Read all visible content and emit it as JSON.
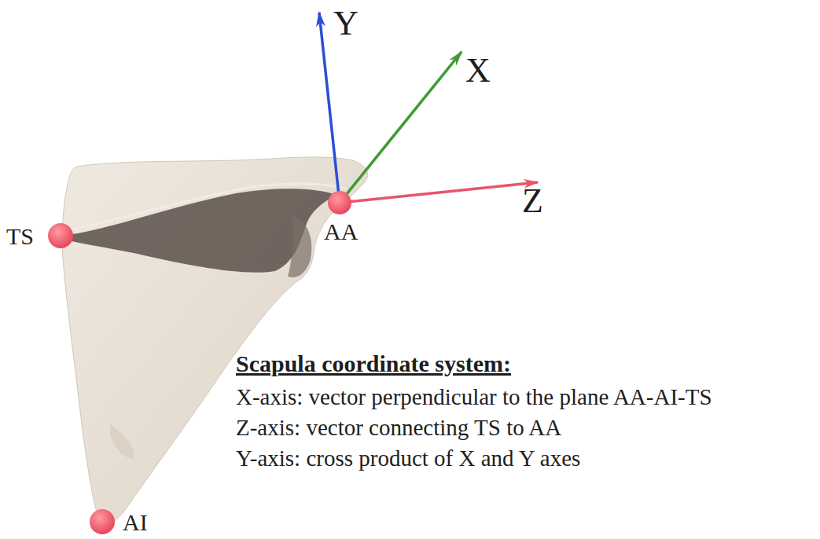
{
  "diagram": {
    "labels": [
      "Y",
      "X",
      "Z",
      "TS",
      "AA",
      "AI",
      "Scapula coordinate system:",
      "X-axis: vector perpendicular to the plane AA-AI-TS",
      "Z-axis: vector connecting TS to AA",
      "Y-axis: cross product of X and Y axes"
    ]
  }
}
